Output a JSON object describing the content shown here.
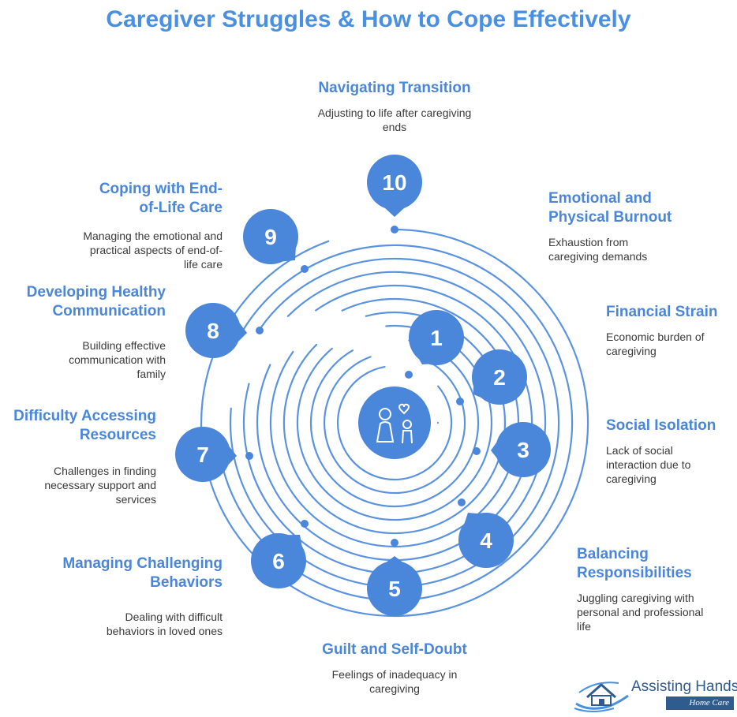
{
  "title": "Caregiver Struggles & How to Cope Effectively",
  "colors": {
    "accent": "#4a86d9",
    "ring": "#5b93e0",
    "text": "#3a3a3a"
  },
  "center_icon": "caregiver-with-child-icon",
  "steps": [
    {
      "number": "1",
      "title": "Emotional and Physical Burnout",
      "description": "Exhaustion from caregiving demands"
    },
    {
      "number": "2",
      "title": "Financial Strain",
      "description": "Economic burden of caregiving"
    },
    {
      "number": "3",
      "title": "Social Isolation",
      "description": "Lack of social interaction due to caregiving"
    },
    {
      "number": "4",
      "title": "Balancing Responsibilities",
      "description": "Juggling caregiving with personal and professional life"
    },
    {
      "number": "5",
      "title": "Guilt and Self-Doubt",
      "description": "Feelings of inadequacy in caregiving"
    },
    {
      "number": "6",
      "title": "Managing Challenging Behaviors",
      "description": "Dealing with difficult behaviors in loved ones"
    },
    {
      "number": "7",
      "title": "Difficulty Accessing Resources",
      "description": "Challenges in finding necessary support and services"
    },
    {
      "number": "8",
      "title": "Developing Healthy Communication",
      "description": "Building effective communication with family"
    },
    {
      "number": "9",
      "title": "Coping with End-of-Life Care",
      "description": "Managing the emotional and practical aspects of end-of-life care"
    },
    {
      "number": "10",
      "title": "Navigating Transition",
      "description": "Adjusting to life after caregiving ends"
    }
  ],
  "logo": {
    "name": "Assisting Hands",
    "registered": "®",
    "subtitle": "Home Care"
  }
}
